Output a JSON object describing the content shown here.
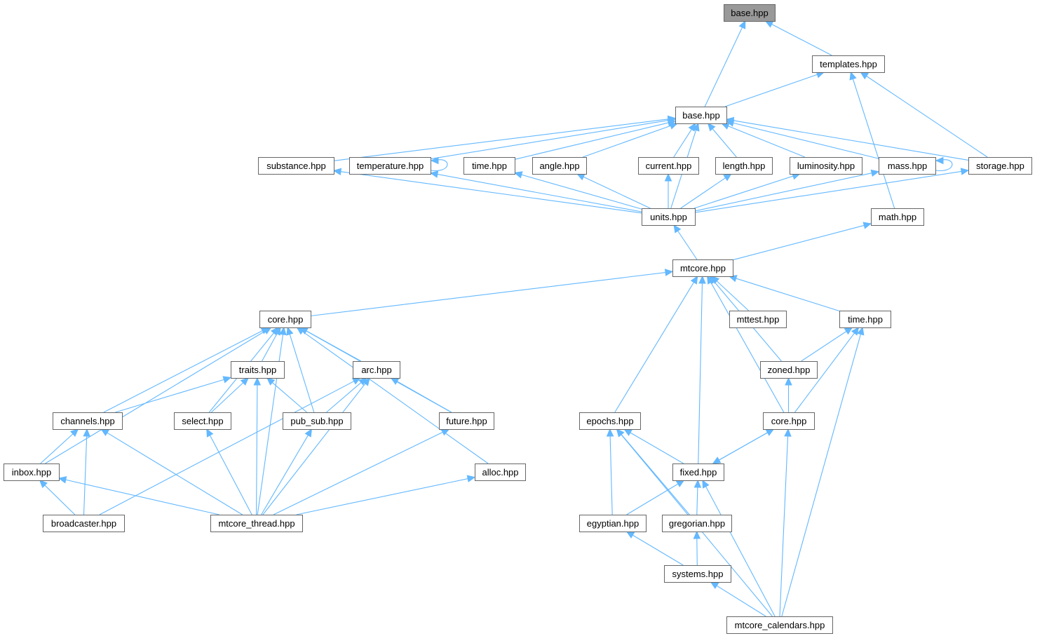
{
  "graph": {
    "nodes": [
      {
        "id": "base_root",
        "label": "base.hpp",
        "highlight": true
      },
      {
        "id": "templates",
        "label": "templates.hpp"
      },
      {
        "id": "base_units",
        "label": "base.hpp"
      },
      {
        "id": "substance",
        "label": "substance.hpp"
      },
      {
        "id": "temperature",
        "label": "temperature.hpp"
      },
      {
        "id": "time_units",
        "label": "time.hpp"
      },
      {
        "id": "angle",
        "label": "angle.hpp"
      },
      {
        "id": "current",
        "label": "current.hpp"
      },
      {
        "id": "length",
        "label": "length.hpp"
      },
      {
        "id": "luminosity",
        "label": "luminosity.hpp"
      },
      {
        "id": "mass",
        "label": "mass.hpp"
      },
      {
        "id": "storage",
        "label": "storage.hpp"
      },
      {
        "id": "units",
        "label": "units.hpp"
      },
      {
        "id": "math",
        "label": "math.hpp"
      },
      {
        "id": "mtcore",
        "label": "mtcore.hpp"
      },
      {
        "id": "core_thread",
        "label": "core.hpp"
      },
      {
        "id": "mttest",
        "label": "mttest.hpp"
      },
      {
        "id": "time_cal",
        "label": "time.hpp"
      },
      {
        "id": "traits",
        "label": "traits.hpp"
      },
      {
        "id": "arc",
        "label": "arc.hpp"
      },
      {
        "id": "zoned",
        "label": "zoned.hpp"
      },
      {
        "id": "channels",
        "label": "channels.hpp"
      },
      {
        "id": "select",
        "label": "select.hpp"
      },
      {
        "id": "pub_sub",
        "label": "pub_sub.hpp"
      },
      {
        "id": "future",
        "label": "future.hpp"
      },
      {
        "id": "epochs",
        "label": "epochs.hpp"
      },
      {
        "id": "core_cal",
        "label": "core.hpp"
      },
      {
        "id": "inbox",
        "label": "inbox.hpp"
      },
      {
        "id": "alloc",
        "label": "alloc.hpp"
      },
      {
        "id": "fixed",
        "label": "fixed.hpp"
      },
      {
        "id": "broadcaster",
        "label": "broadcaster.hpp"
      },
      {
        "id": "mtcore_thread",
        "label": "mtcore_thread.hpp"
      },
      {
        "id": "egyptian",
        "label": "egyptian.hpp"
      },
      {
        "id": "gregorian",
        "label": "gregorian.hpp"
      },
      {
        "id": "systems",
        "label": "systems.hpp"
      },
      {
        "id": "mtcore_calendars",
        "label": "mtcore_calendars.hpp"
      }
    ],
    "edges": [
      {
        "from": "templates",
        "to": "base_root"
      },
      {
        "from": "base_units",
        "to": "base_root"
      },
      {
        "from": "base_units",
        "to": "templates"
      },
      {
        "from": "storage",
        "to": "templates"
      },
      {
        "from": "math",
        "to": "templates"
      },
      {
        "from": "substance",
        "to": "base_units"
      },
      {
        "from": "temperature",
        "to": "base_units"
      },
      {
        "from": "temperature",
        "to": "temperature"
      },
      {
        "from": "time_units",
        "to": "base_units"
      },
      {
        "from": "angle",
        "to": "base_units"
      },
      {
        "from": "current",
        "to": "base_units"
      },
      {
        "from": "length",
        "to": "base_units"
      },
      {
        "from": "luminosity",
        "to": "base_units"
      },
      {
        "from": "mass",
        "to": "base_units"
      },
      {
        "from": "mass",
        "to": "mass"
      },
      {
        "from": "storage",
        "to": "base_units"
      },
      {
        "from": "units",
        "to": "base_units"
      },
      {
        "from": "units",
        "to": "substance"
      },
      {
        "from": "units",
        "to": "temperature"
      },
      {
        "from": "units",
        "to": "time_units"
      },
      {
        "from": "units",
        "to": "angle"
      },
      {
        "from": "units",
        "to": "current"
      },
      {
        "from": "units",
        "to": "length"
      },
      {
        "from": "units",
        "to": "luminosity"
      },
      {
        "from": "units",
        "to": "mass"
      },
      {
        "from": "units",
        "to": "storage"
      },
      {
        "from": "mtcore",
        "to": "units"
      },
      {
        "from": "mtcore",
        "to": "math"
      },
      {
        "from": "core_thread",
        "to": "mtcore"
      },
      {
        "from": "mttest",
        "to": "mtcore"
      },
      {
        "from": "time_cal",
        "to": "mtcore"
      },
      {
        "from": "zoned",
        "to": "mtcore"
      },
      {
        "from": "epochs",
        "to": "mtcore"
      },
      {
        "from": "core_cal",
        "to": "mtcore"
      },
      {
        "from": "fixed",
        "to": "mtcore"
      },
      {
        "from": "traits",
        "to": "core_thread"
      },
      {
        "from": "arc",
        "to": "core_thread"
      },
      {
        "from": "channels",
        "to": "core_thread"
      },
      {
        "from": "select",
        "to": "core_thread"
      },
      {
        "from": "pub_sub",
        "to": "core_thread"
      },
      {
        "from": "future",
        "to": "core_thread"
      },
      {
        "from": "inbox",
        "to": "core_thread"
      },
      {
        "from": "alloc",
        "to": "core_thread"
      },
      {
        "from": "mtcore_thread",
        "to": "core_thread"
      },
      {
        "from": "channels",
        "to": "traits"
      },
      {
        "from": "select",
        "to": "traits"
      },
      {
        "from": "pub_sub",
        "to": "traits"
      },
      {
        "from": "mtcore_thread",
        "to": "traits"
      },
      {
        "from": "pub_sub",
        "to": "arc"
      },
      {
        "from": "future",
        "to": "arc"
      },
      {
        "from": "broadcaster",
        "to": "arc"
      },
      {
        "from": "mtcore_thread",
        "to": "arc"
      },
      {
        "from": "inbox",
        "to": "channels"
      },
      {
        "from": "broadcaster",
        "to": "channels"
      },
      {
        "from": "mtcore_thread",
        "to": "channels"
      },
      {
        "from": "broadcaster",
        "to": "inbox"
      },
      {
        "from": "mtcore_thread",
        "to": "inbox"
      },
      {
        "from": "mtcore_thread",
        "to": "select"
      },
      {
        "from": "mtcore_thread",
        "to": "pub_sub"
      },
      {
        "from": "mtcore_thread",
        "to": "future"
      },
      {
        "from": "mtcore_thread",
        "to": "alloc"
      },
      {
        "from": "zoned",
        "to": "time_cal"
      },
      {
        "from": "core_cal",
        "to": "time_cal"
      },
      {
        "from": "mtcore_calendars",
        "to": "time_cal"
      },
      {
        "from": "core_cal",
        "to": "zoned"
      },
      {
        "from": "fixed",
        "to": "core_cal"
      },
      {
        "from": "core_cal",
        "to": "fixed"
      },
      {
        "from": "mtcore_calendars",
        "to": "core_cal"
      },
      {
        "from": "fixed",
        "to": "epochs"
      },
      {
        "from": "egyptian",
        "to": "epochs"
      },
      {
        "from": "gregorian",
        "to": "epochs"
      },
      {
        "from": "mtcore_calendars",
        "to": "epochs"
      },
      {
        "from": "egyptian",
        "to": "fixed"
      },
      {
        "from": "gregorian",
        "to": "fixed"
      },
      {
        "from": "mtcore_calendars",
        "to": "fixed"
      },
      {
        "from": "systems",
        "to": "egyptian"
      },
      {
        "from": "systems",
        "to": "gregorian"
      },
      {
        "from": "mtcore_calendars",
        "to": "systems"
      }
    ]
  }
}
